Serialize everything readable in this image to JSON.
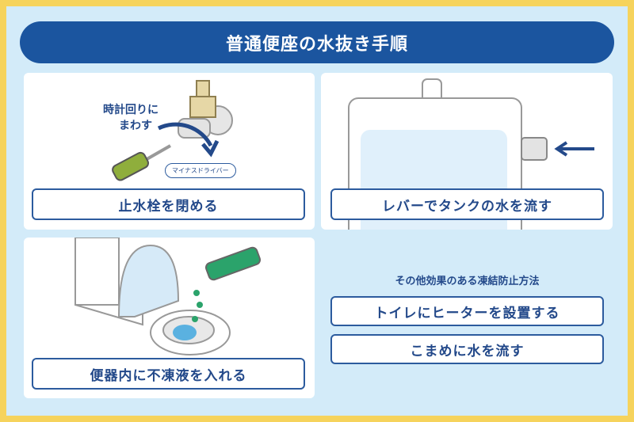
{
  "title": "普通便座の水抜き手順",
  "steps": [
    {
      "label": "止水栓を閉める",
      "annotation": "時計回りに",
      "annotation2": "まわす",
      "tool_label": "マイナスドライバー"
    },
    {
      "label": "レバーでタンクの水を流す"
    },
    {
      "label": "便器内に不凍液を入れる"
    }
  ],
  "other": {
    "heading": "その他効果のある凍結防止方法",
    "items": [
      "トイレにヒーターを設置する",
      "こまめに水を流す"
    ]
  },
  "colors": {
    "frame": "#f6d35c",
    "background": "#d3ebf9",
    "accent": "#1b559f"
  }
}
